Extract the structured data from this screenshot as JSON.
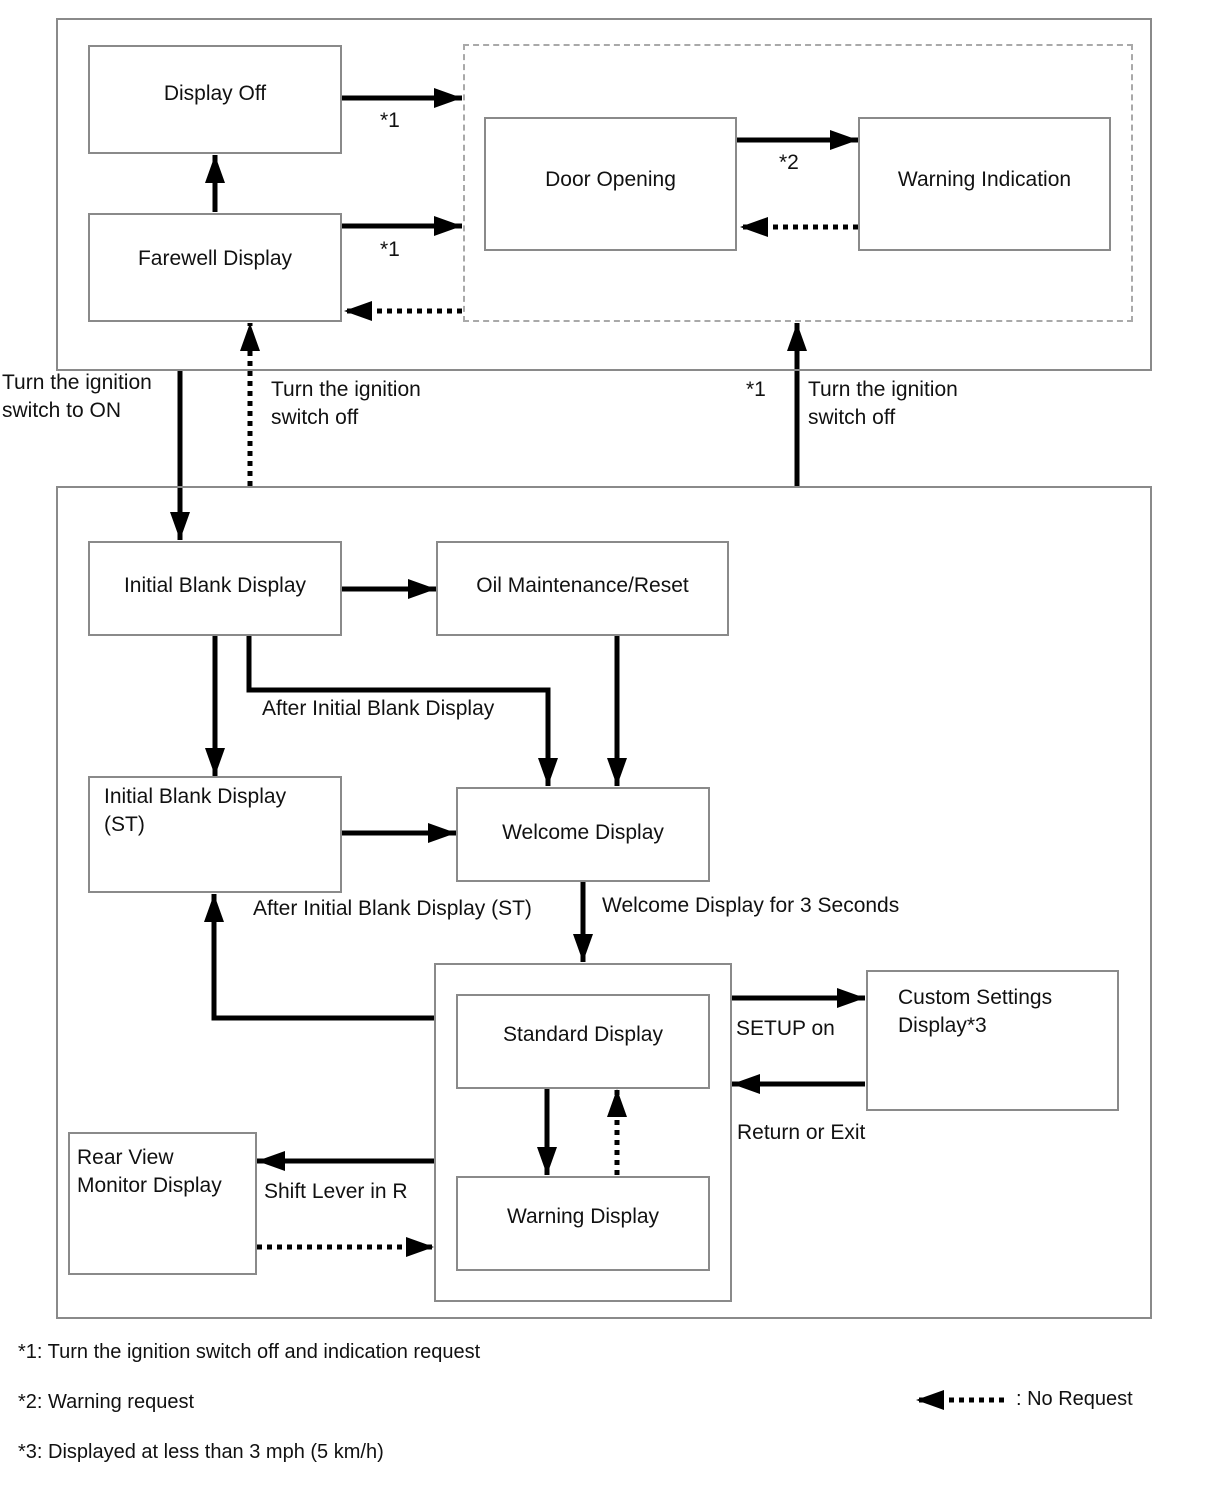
{
  "states": {
    "display_off": "Display Off",
    "farewell_display": "Farewell Display",
    "door_opening": "Door Opening",
    "warning_indication": "Warning Indication",
    "initial_blank_display": "Initial Blank Display",
    "oil_maintenance_reset": "Oil Maintenance/Reset",
    "initial_blank_display_st": "Initial Blank Display\n(ST)",
    "welcome_display": "Welcome Display",
    "standard_display": "Standard Display",
    "warning_display": "Warning Display",
    "custom_settings_display": "Custom Settings\nDisplay*3",
    "rear_view_monitor_display": "Rear View\nMonitor Display"
  },
  "transitions": {
    "star1_a": "*1",
    "star1_b": "*1",
    "star2": "*2",
    "star1_c": "*1",
    "ignition_on": "Turn the ignition\nswitch to ON",
    "ignition_off_left": "Turn the ignition\nswitch off",
    "ignition_off_right": "Turn the ignition\nswitch off",
    "after_initial_blank": "After Initial Blank Display",
    "after_initial_blank_st": "After Initial Blank Display (ST)",
    "welcome_3s": "Welcome Display for 3 Seconds",
    "setup_on": "SETUP on",
    "return_or_exit": "Return or Exit",
    "shift_lever_r": "Shift Lever in R"
  },
  "legend": {
    "note1": "*1: Turn the ignition switch off and indication request",
    "note2": "*2: Warning request",
    "note3": "*3: Displayed at less than 3 mph (5 km/h)",
    "no_request": ": No Request"
  }
}
